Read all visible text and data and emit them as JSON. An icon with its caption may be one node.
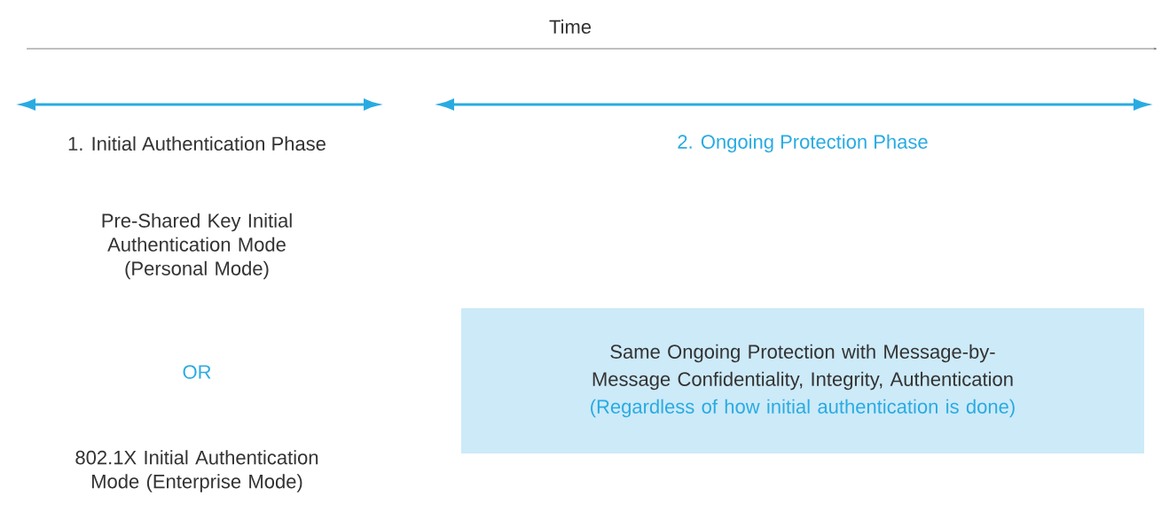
{
  "diagram": {
    "nodes": [
      {
        "text": [
          "Same Ongoing Protection with Message-by-Message Confidentiality, Integrity, Authentication",
          "(Regardless of how initial authentication is done)"
        ]
      }
    ],
    "labels": [
      "Time",
      "1. Initial Authentication Phase",
      "2. Ongoing Protection Phase",
      "Pre-Shared Key Initial Authentication Mode (Personal Mode)",
      "OR",
      "802.1X Initial Authentication Mode (Enterprise Mode)"
    ]
  }
}
